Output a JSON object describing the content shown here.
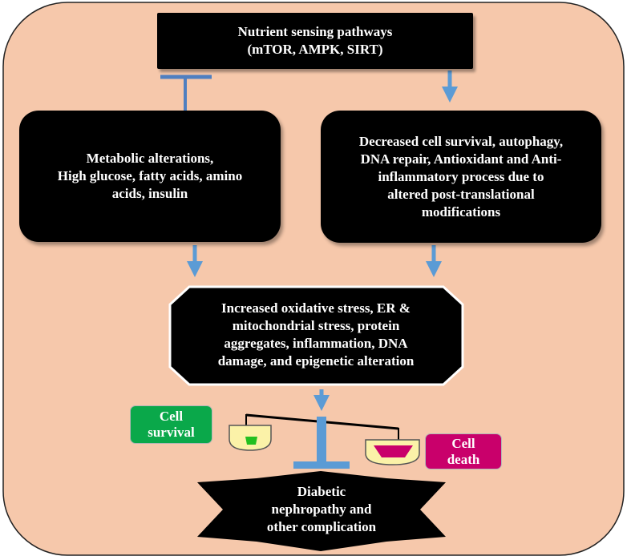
{
  "colors": {
    "panel_fill": "#f6c8ab",
    "box_fill": "#000000",
    "arrow": "#5b9bd5",
    "cell_survival_fill": "#0aa84a",
    "cell_death_fill": "#c9006b",
    "pan_fill": "#fbf2a8",
    "survival_content": "#22c020",
    "death_content": "#c9006b"
  },
  "nutrient_box": {
    "line1": "Nutrient sensing pathways",
    "line2": "(mTOR, AMPK, SIRT)"
  },
  "metabolic_box": {
    "line1": "Metabolic alterations,",
    "line2": "High glucose, fatty acids, amino",
    "line3": "acids, insulin"
  },
  "decreased_box": {
    "line1": "Decreased cell survival, autophagy,",
    "line2": "DNA repair, Antioxidant and Anti-",
    "line3": "inflammatory process due to",
    "line4": "altered post-translational",
    "line5": "modifications"
  },
  "stress_box": {
    "line1": "Increased oxidative stress,  ER &",
    "line2": "mitochondrial stress, protein",
    "line3": "aggregates,  inflammation, DNA",
    "line4": "damage, and epigenetic alteration"
  },
  "cell_survival": {
    "line1": "Cell",
    "line2": "survival"
  },
  "cell_death": {
    "line1": "Cell",
    "line2": "death"
  },
  "outcome": {
    "line1": "Diabetic",
    "line2": "nephropathy and",
    "line3": "other complication"
  }
}
